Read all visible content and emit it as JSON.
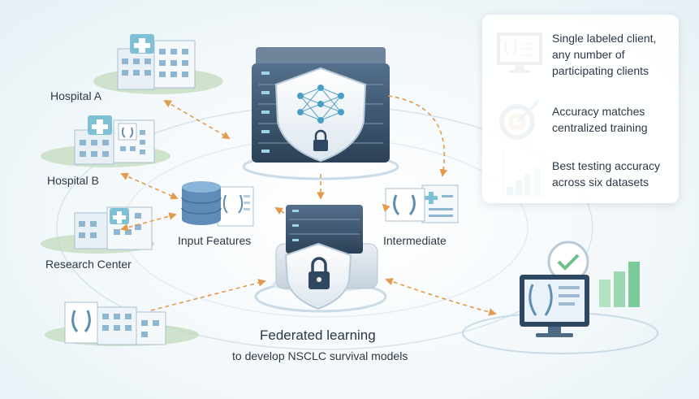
{
  "diagram": {
    "clients": [
      {
        "label": "Hospital A"
      },
      {
        "label": "Hospital B"
      },
      {
        "label": "Research Center"
      },
      {
        "label": ""
      }
    ],
    "central_labels": {
      "input": "Input Features",
      "intermediate": "Intermediate"
    },
    "caption": {
      "title": "Federated learning",
      "subtitle": "to develop NSCLC survival models"
    },
    "key_points": [
      {
        "icon": "monitor-icon",
        "text": "Single labeled client, any number of participating clients"
      },
      {
        "icon": "target-icon",
        "text": "Accuracy matches centralized training"
      },
      {
        "icon": "bar-chart-icon",
        "text": "Best testing accuracy across six datasets"
      }
    ],
    "colors": {
      "accent_teal": "#3aa6a0",
      "server_navy": "#2f4760",
      "arrow_orange": "#e39a4c",
      "bar_green": "#6cc08b"
    }
  }
}
